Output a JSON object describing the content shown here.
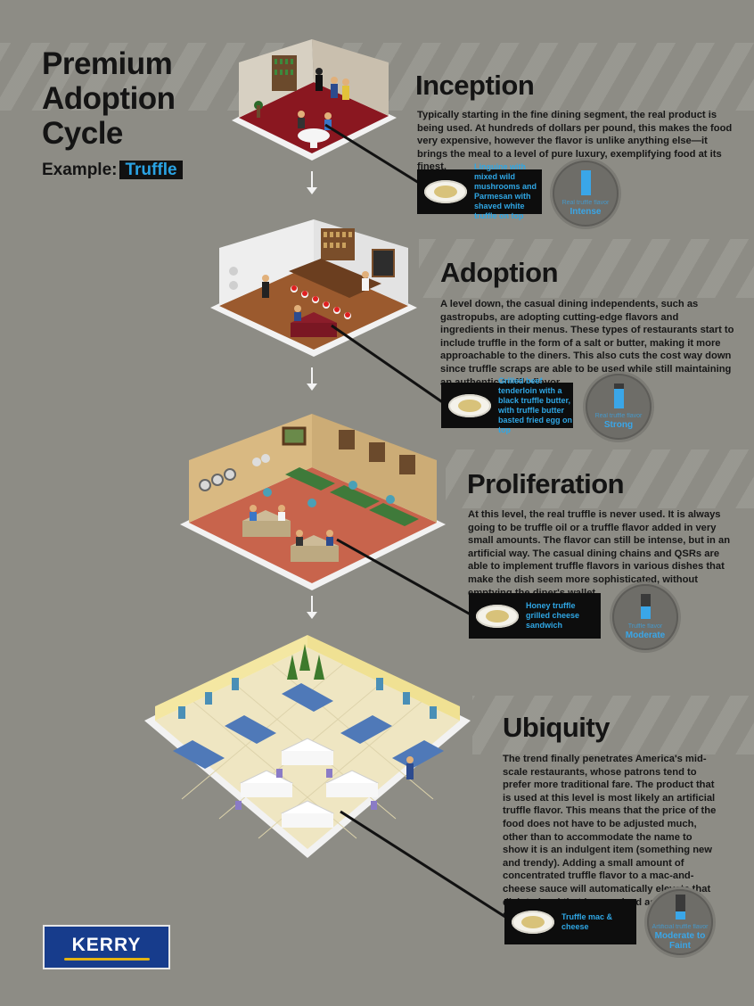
{
  "header": {
    "title": "Premium Adoption Cycle",
    "example_label": "Example:",
    "example_value": "Truffle"
  },
  "stages": [
    {
      "title": "Inception",
      "description": "Typically starting in the fine dining segment, the real product is being used. At hundreds of dollars per pound, this makes the food very expensive, however the flavor is unlike anything else—it brings the meal to a level of pure luxury, exemplifying food at its finest.",
      "dish": "Linguine with mixed wild mushrooms and Parmesan with shaved white truffle on top",
      "meter_caption": "Real truffle flavor",
      "intensity": "Intense",
      "intensity_level": 1.0
    },
    {
      "title": "Adoption",
      "description": "A level down, the casual dining independents, such as gastropubs, are adopting cutting-edge flavors and ingredients in their menus. These types of restaurants start to include truffle in the form of a salt or butter, making it more approachable to the diners. This also cuts the cost way down since truffle scraps are able to be used while still maintaining an authentic truffle flavor.",
      "dish": "Grilled beef tenderloin with a black truffle butter, with truffle butter basted fried egg on top",
      "meter_caption": "Real truffle flavor",
      "intensity": "Strong",
      "intensity_level": 0.8
    },
    {
      "title": "Proliferation",
      "description": "At this level, the real truffle is never used. It is always going to be truffle oil or a truffle flavor added in very small amounts. The flavor can still be intense, but in an artificial way. The casual dining chains and QSRs are able to implement truffle flavors in various dishes that make the dish seem more sophisticated, without emptying the diner's wallet.",
      "dish": "Honey truffle grilled cheese sandwich",
      "meter_caption": "Truffle flavor",
      "intensity": "Moderate",
      "intensity_level": 0.5
    },
    {
      "title": "Ubiquity",
      "description": "The trend finally penetrates America's mid-scale restaurants, whose patrons tend to prefer more traditional fare. The product that is used at this level is most likely an artificial truffle flavor. This means that the price of the food does not have to be adjusted much, other than to accommodate the name to show it is an indulgent item (something new and trendy). Adding a small amount of concentrated truffle flavor to a mac-and-cheese sauce will automatically elevate that dish to level that is perceived as finer quality.",
      "dish": "Truffle mac & cheese",
      "meter_caption": "Artificial truffle flavor",
      "intensity": "Moderate to Faint",
      "intensity_level": 0.3
    }
  ],
  "logo": {
    "text": "KERRY"
  },
  "colors": {
    "background": "#8d8c85",
    "accent": "#2aa3e3",
    "ink": "#141414"
  }
}
